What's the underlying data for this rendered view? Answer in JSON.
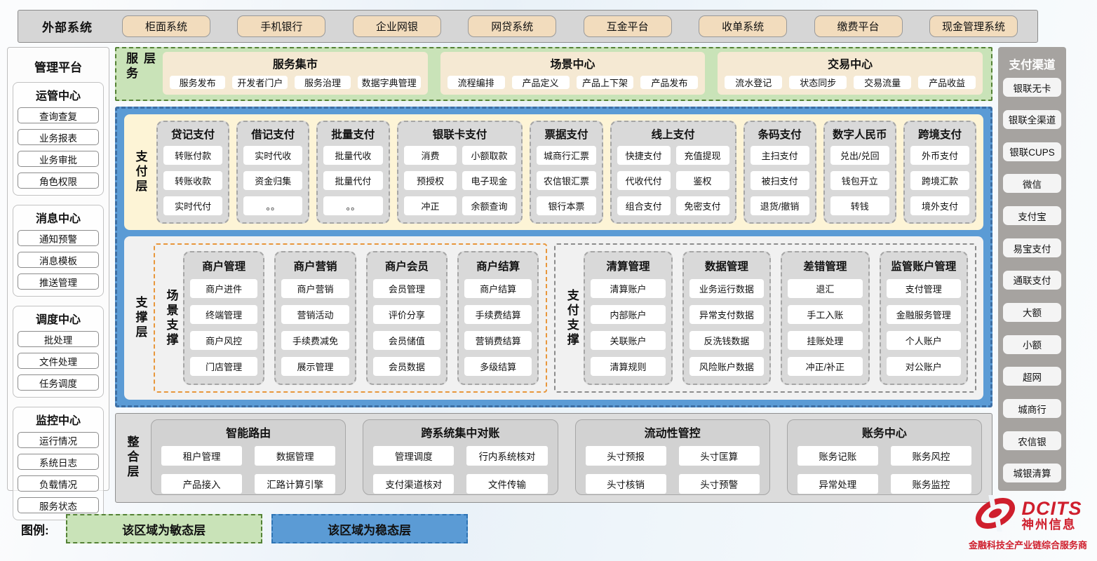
{
  "colors": {
    "agile_green_bg": "#c9e3b8",
    "agile_green_border": "#548235",
    "stable_blue_bg": "#5b9bd5",
    "stable_blue_border": "#3c6fa5",
    "cream_panel": "#fdf4d6",
    "tan_panel": "#f5e9d3",
    "wheat_button": "#f2dcbd",
    "gray_column": "#d9d9d9",
    "brand_red": "#cf1f2d"
  },
  "external_systems": {
    "label": "外部系统",
    "systems": [
      "柜面系统",
      "手机银行",
      "企业网银",
      "网贷系统",
      "互金平台",
      "收单系统",
      "缴费平台",
      "现金管理系统"
    ]
  },
  "management_platform": {
    "title": "管理平台",
    "groups": [
      {
        "title": "运管中心",
        "items": [
          "查询查复",
          "业务报表",
          "业务审批",
          "角色权限"
        ]
      },
      {
        "title": "消息中心",
        "items": [
          "通知预警",
          "消息模板",
          "推送管理"
        ]
      },
      {
        "title": "调度中心",
        "items": [
          "批处理",
          "文件处理",
          "任务调度"
        ]
      },
      {
        "title": "监控中心",
        "items": [
          "运行情况",
          "系统日志",
          "负载情况",
          "服务状态"
        ]
      }
    ]
  },
  "service_layer": {
    "label": "服务层",
    "panels": [
      {
        "title": "服务集市",
        "items": [
          "服务发布",
          "开发者门户",
          "服务治理",
          "数据字典管理"
        ]
      },
      {
        "title": "场景中心",
        "items": [
          "流程编排",
          "产品定义",
          "产品上下架",
          "产品发布"
        ]
      },
      {
        "title": "交易中心",
        "items": [
          "流水登记",
          "状态同步",
          "交易流量",
          "产品收益"
        ]
      }
    ]
  },
  "payment_layer": {
    "label": "支付层",
    "columns": [
      {
        "title": "贷记支付",
        "cols": 1,
        "items": [
          "转账付款",
          "转账收款",
          "实时代付"
        ]
      },
      {
        "title": "借记支付",
        "cols": 1,
        "items": [
          "实时代收",
          "资金归集",
          "。。"
        ]
      },
      {
        "title": "批量支付",
        "cols": 1,
        "items": [
          "批量代收",
          "批量代付",
          "。。"
        ]
      },
      {
        "title": "银联卡支付",
        "cols": 2,
        "items": [
          "消费",
          "小额取款",
          "预授权",
          "电子现金",
          "冲正",
          "余额查询"
        ]
      },
      {
        "title": "票据支付",
        "cols": 1,
        "items": [
          "城商行汇票",
          "农信银汇票",
          "银行本票"
        ]
      },
      {
        "title": "线上支付",
        "cols": 2,
        "items": [
          "快捷支付",
          "充值提现",
          "代收代付",
          "鉴权",
          "组合支付",
          "免密支付"
        ]
      },
      {
        "title": "条码支付",
        "cols": 1,
        "items": [
          "主扫支付",
          "被扫支付",
          "退货/撤销"
        ]
      },
      {
        "title": "数字人民币",
        "cols": 1,
        "items": [
          "兑出/兑回",
          "钱包开立",
          "转钱"
        ]
      },
      {
        "title": "跨境支付",
        "cols": 1,
        "items": [
          "外币支付",
          "跨境汇款",
          "境外支付"
        ]
      }
    ]
  },
  "support_layer": {
    "label": "支撑层",
    "sections": [
      {
        "label": "场景支撑",
        "border_color": "#e8973c",
        "grow": "0.93",
        "groups": [
          {
            "title": "商户管理",
            "items": [
              "商户进件",
              "终端管理",
              "商户风控",
              "门店管理"
            ]
          },
          {
            "title": "商户营销",
            "items": [
              "商户营销",
              "营销活动",
              "手续费减免",
              "展示管理"
            ]
          },
          {
            "title": "商户会员",
            "items": [
              "会员管理",
              "评价分享",
              "会员储值",
              "会员数据"
            ]
          },
          {
            "title": "商户结算",
            "items": [
              "商户结算",
              "手续费结算",
              "营销费结算",
              "多级结算"
            ]
          }
        ]
      },
      {
        "label": "支付支撑",
        "border_color": "#8c8c8c",
        "grow": "1",
        "groups": [
          {
            "title": "清算管理",
            "items": [
              "清算账户",
              "内部账户",
              "关联账户",
              "清算规则"
            ]
          },
          {
            "title": "数据管理",
            "items": [
              "业务运行数据",
              "异常支付数据",
              "反洗钱数据",
              "风险账户数据"
            ]
          },
          {
            "title": "差错管理",
            "items": [
              "退汇",
              "手工入账",
              "挂账处理",
              "冲正/补正"
            ]
          },
          {
            "title": "监管账户管理",
            "items": [
              "支付管理",
              "金融服务管理",
              "个人账户",
              "对公账户"
            ]
          }
        ]
      }
    ]
  },
  "integration_layer": {
    "label": "整合层",
    "groups": [
      {
        "title": "智能路由",
        "items": [
          "租户管理",
          "数据管理",
          "产品接入",
          "汇路计算引擎"
        ]
      },
      {
        "title": "跨系统集中对账",
        "items": [
          "管理调度",
          "行内系统核对",
          "支付渠道核对",
          "文件传输"
        ]
      },
      {
        "title": "流动性管控",
        "items": [
          "头寸预报",
          "头寸匡算",
          "头寸核销",
          "头寸预警"
        ]
      },
      {
        "title": "账务中心",
        "items": [
          "账务记账",
          "账务风控",
          "异常处理",
          "账务监控"
        ]
      }
    ]
  },
  "payment_channels": {
    "title": "支付渠道",
    "channels": [
      "银联无卡",
      "银联全渠道",
      "银联CUPS",
      "微信",
      "支付宝",
      "易宝支付",
      "通联支付",
      "大额",
      "小额",
      "超网",
      "城商行",
      "农信银",
      "城银清算"
    ]
  },
  "legend": {
    "label": "图例:",
    "agile": "该区域为敏态层",
    "stable": "该区域为稳态层"
  },
  "logo": {
    "brand": "DCITS",
    "name": "神州信息",
    "tagline": "金融科技全产业链综合服务商"
  }
}
